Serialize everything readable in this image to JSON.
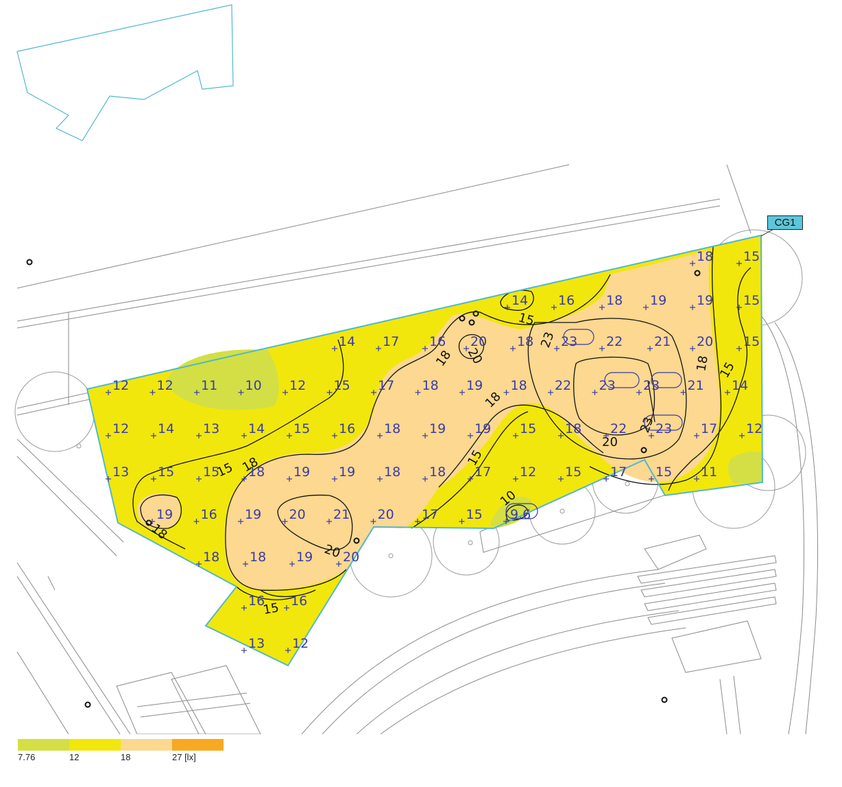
{
  "calc_surface": {
    "label": "CG1"
  },
  "colors": {
    "low": "#d3df45",
    "mid": "#f1e70c",
    "high": "#fcd890",
    "top": "#f7a922",
    "boundary": "#4fb8cf",
    "points": "#3a3aa8"
  },
  "legend": {
    "ticks": [
      "7.76",
      "12",
      "18",
      "27 [lx]"
    ]
  },
  "grid_values": [
    [
      "18",
      "15"
    ],
    [
      "14",
      "16",
      "18",
      "19",
      "19",
      "15"
    ],
    [
      "14",
      "17",
      "16",
      "20",
      "18",
      "23",
      "22",
      "21",
      "20",
      "15"
    ],
    [
      "12",
      "12",
      "11",
      "10",
      "12",
      "15",
      "17",
      "18",
      "19",
      "18",
      "22",
      "23",
      "23",
      "21",
      "14"
    ],
    [
      "12",
      "14",
      "13",
      "14",
      "15",
      "16",
      "18",
      "19",
      "19",
      "15",
      "18",
      "22",
      "23",
      "17",
      "12"
    ],
    [
      "13",
      "15",
      "15",
      "18",
      "19",
      "19",
      "18",
      "18",
      "17",
      "12",
      "15",
      "17",
      "15",
      "11"
    ],
    [
      "19",
      "16",
      "19",
      "20",
      "21",
      "20",
      "17",
      "15",
      "9.6"
    ],
    [
      "18",
      "18",
      "19",
      "20"
    ],
    [
      "16",
      "16"
    ],
    [
      "13",
      "12"
    ]
  ],
  "isolines": [
    "10",
    "15",
    "15",
    "15",
    "15",
    "15",
    "18",
    "18",
    "18",
    "18",
    "18",
    "20",
    "20",
    "20",
    "23",
    "23"
  ]
}
